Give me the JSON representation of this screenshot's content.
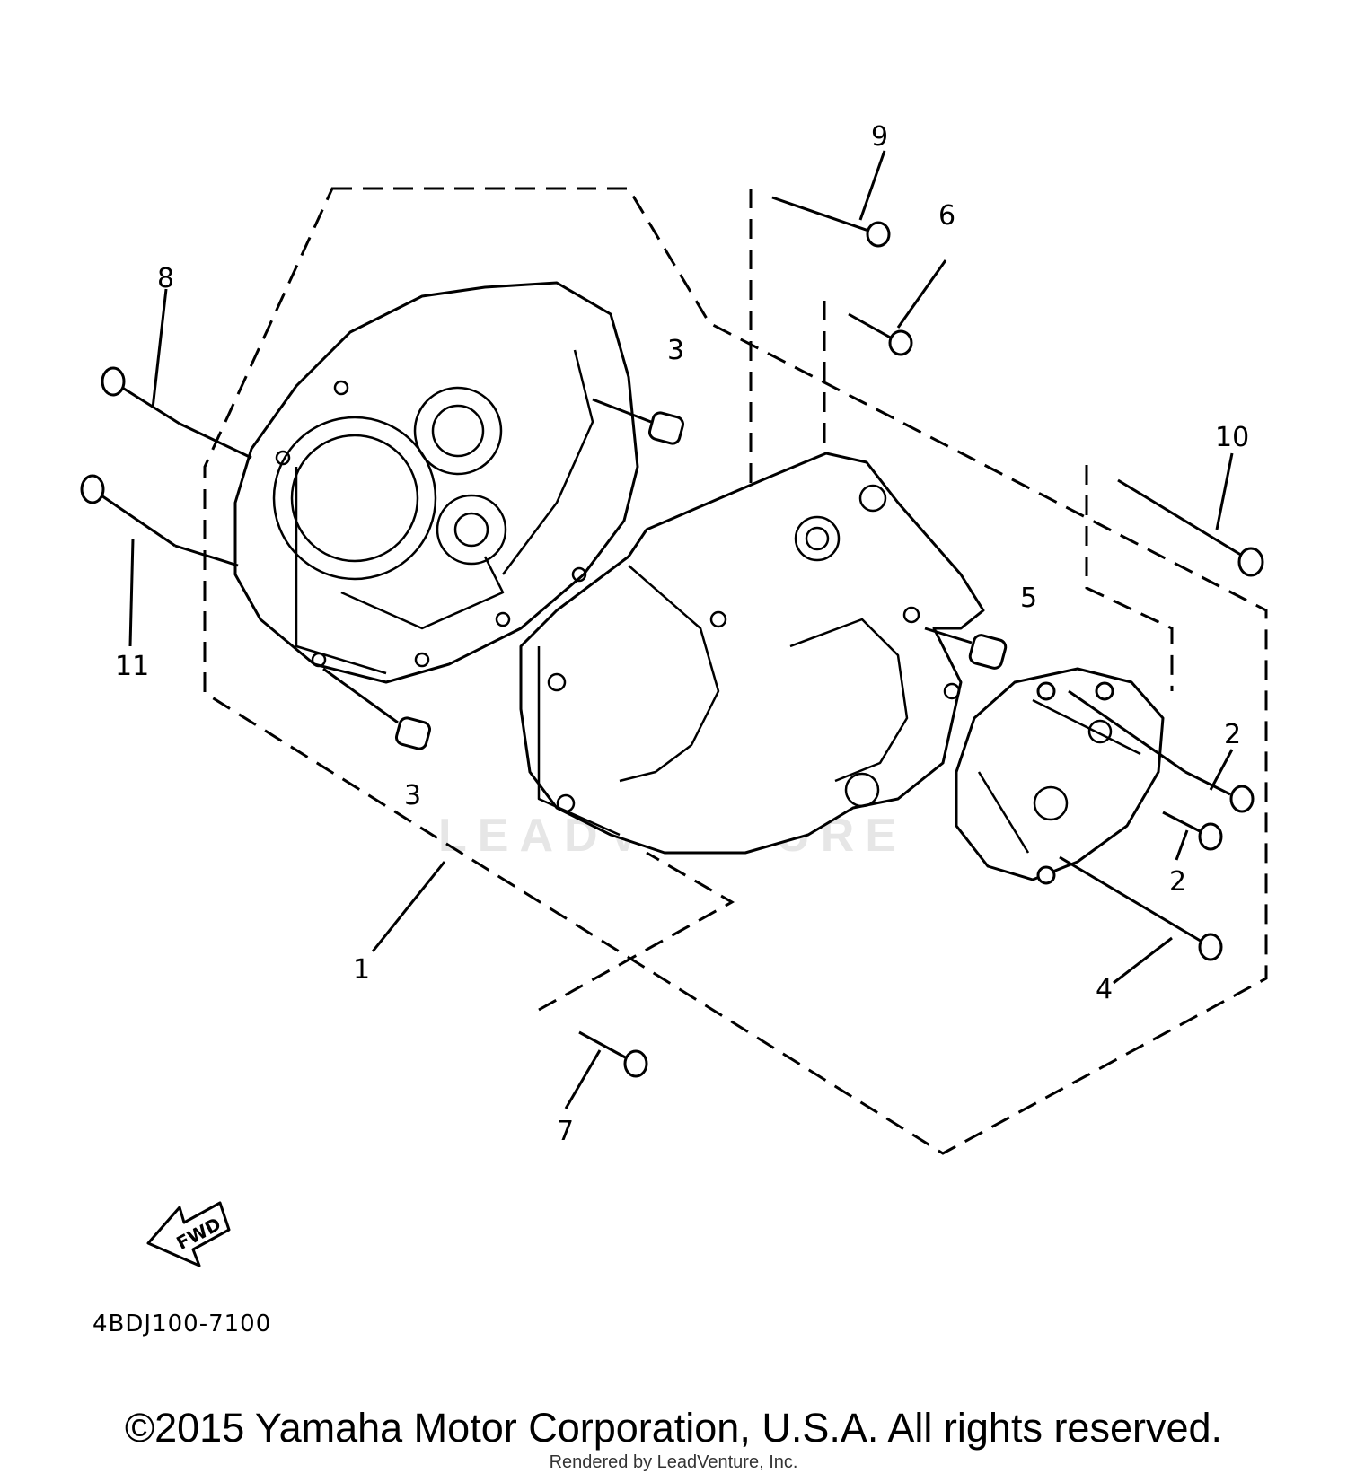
{
  "diagram": {
    "callouts": [
      {
        "id": "c1",
        "text": "1"
      },
      {
        "id": "c2a",
        "text": "2"
      },
      {
        "id": "c2b",
        "text": "2"
      },
      {
        "id": "c3a",
        "text": "3"
      },
      {
        "id": "c3b",
        "text": "3"
      },
      {
        "id": "c4",
        "text": "4"
      },
      {
        "id": "c5",
        "text": "5"
      },
      {
        "id": "c6",
        "text": "6"
      },
      {
        "id": "c7",
        "text": "7"
      },
      {
        "id": "c8",
        "text": "8"
      },
      {
        "id": "c9",
        "text": "9"
      },
      {
        "id": "c10",
        "text": "10"
      },
      {
        "id": "c11",
        "text": "11"
      }
    ],
    "direction_arrow_label": "FWD",
    "diagram_code": "4BDJ100-7100",
    "watermark": "LEADVENTURE"
  },
  "footer": {
    "copyright": "©2015 Yamaha Motor Corporation, U.S.A. All rights reserved.",
    "rendered_by": "Rendered by LeadVenture, Inc."
  }
}
